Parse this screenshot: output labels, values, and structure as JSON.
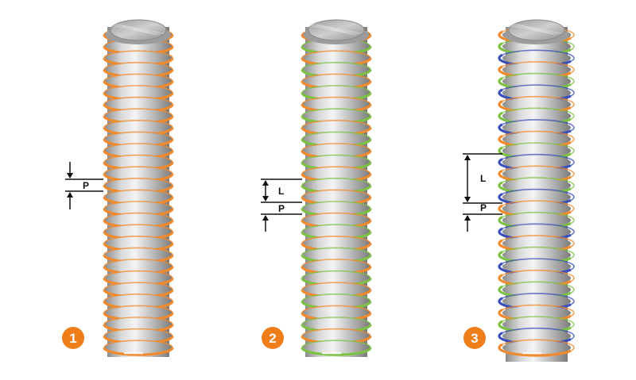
{
  "colors": {
    "orange": "#f08a2c",
    "green": "#7cc143",
    "blue": "#3a4fb8",
    "steel_light": "#e6e6e6",
    "steel_mid": "#b3b3b3",
    "steel_dark": "#7a7a7a",
    "badge": "#ef7d1a"
  },
  "figures": [
    {
      "badge": "1",
      "starts": 1,
      "thread_colors": [
        "orange"
      ],
      "dimensions": [
        {
          "label": "P"
        }
      ]
    },
    {
      "badge": "2",
      "starts": 2,
      "thread_colors": [
        "orange",
        "green"
      ],
      "dimensions": [
        {
          "label": "L"
        },
        {
          "label": "P"
        }
      ]
    },
    {
      "badge": "3",
      "starts": 3,
      "thread_colors": [
        "orange",
        "green",
        "blue"
      ],
      "dimensions": [
        {
          "label": "L"
        },
        {
          "label": "P"
        }
      ]
    }
  ]
}
